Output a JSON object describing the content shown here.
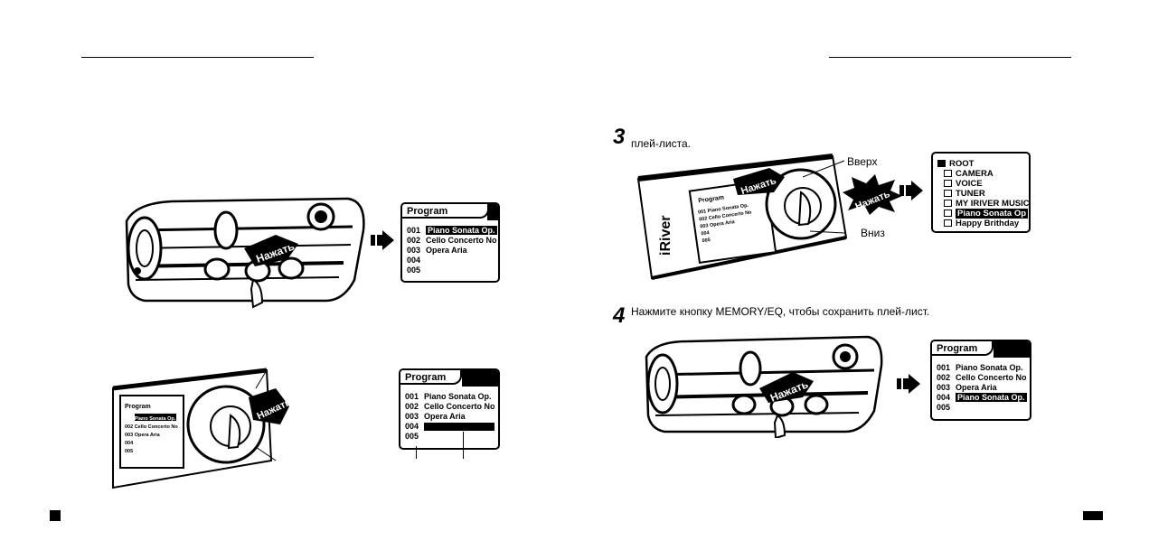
{
  "step3": {
    "number": "3",
    "text": "плей-листа."
  },
  "step4": {
    "number": "4",
    "text": "Нажмите кнопку MEMORY/EQ, чтобы сохранить плей-лист."
  },
  "labels": {
    "up": "Вверх",
    "down": "Вниз",
    "press": "Нажать"
  },
  "device_brand": "iRiver",
  "lcd1": {
    "title": "Program",
    "rows": [
      {
        "num": "001",
        "text": "Piano Sonata Op.",
        "highlight": true
      },
      {
        "num": "002",
        "text": "Cello Concerto No",
        "highlight": false
      },
      {
        "num": "003",
        "text": "Opera Aria",
        "highlight": false
      },
      {
        "num": "004",
        "text": "",
        "highlight": false
      },
      {
        "num": "005",
        "text": "",
        "highlight": false
      }
    ]
  },
  "lcd2": {
    "title": "Program",
    "rows": [
      {
        "num": "001",
        "text": "Piano Sonata Op.",
        "highlight": false
      },
      {
        "num": "002",
        "text": "Cello Concerto No",
        "highlight": false
      },
      {
        "num": "003",
        "text": "Opera Aria",
        "highlight": false
      },
      {
        "num": "004",
        "text": "",
        "highlight": true
      },
      {
        "num": "005",
        "text": "",
        "highlight": false
      }
    ]
  },
  "lcd3": {
    "title": "Program",
    "rows": [
      {
        "num": "001",
        "text": "Piano Sonata Op.",
        "highlight": false
      },
      {
        "num": "002",
        "text": "Cello Concerto No",
        "highlight": false
      },
      {
        "num": "003",
        "text": "Opera Aria",
        "highlight": false
      },
      {
        "num": "004",
        "text": "Piano Sonata Op.",
        "highlight": true
      },
      {
        "num": "005",
        "text": "",
        "highlight": false
      }
    ]
  },
  "tree": {
    "items": [
      {
        "text": "ROOT",
        "highlight": false,
        "root": true
      },
      {
        "text": "CAMERA",
        "highlight": false
      },
      {
        "text": "VOICE",
        "highlight": false
      },
      {
        "text": "TUNER",
        "highlight": false
      },
      {
        "text": "MY IRIVER MUSIC",
        "highlight": false
      },
      {
        "text": "Piano Sonata Op",
        "highlight": true
      },
      {
        "text": "Happy Brithday",
        "highlight": false
      }
    ]
  },
  "device_lcd_small": {
    "title": "Program",
    "rows": [
      "001 Piano Sonata Op.",
      "002 Cello Concerto No",
      "003 Opera Aria",
      "004",
      "005"
    ]
  }
}
